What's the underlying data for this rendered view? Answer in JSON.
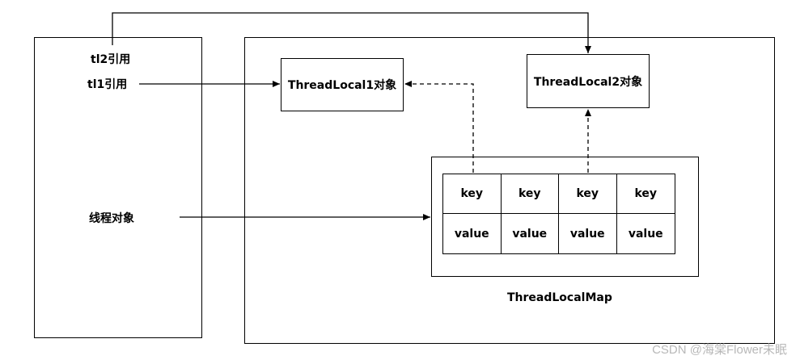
{
  "thread_box": {
    "tl2_ref": "tl2引用",
    "tl1_ref": "tl1引用",
    "thread_object": "线程对象"
  },
  "heap": {
    "threadlocal1": "ThreadLocal1对象",
    "threadlocal2": "ThreadLocal2对象",
    "map_label": "ThreadLocalMap",
    "entries": [
      {
        "key": "key",
        "value": "value"
      },
      {
        "key": "key",
        "value": "value"
      },
      {
        "key": "key",
        "value": "value"
      },
      {
        "key": "key",
        "value": "value"
      }
    ]
  },
  "watermark": "CSDN @海棠Flower未眠"
}
